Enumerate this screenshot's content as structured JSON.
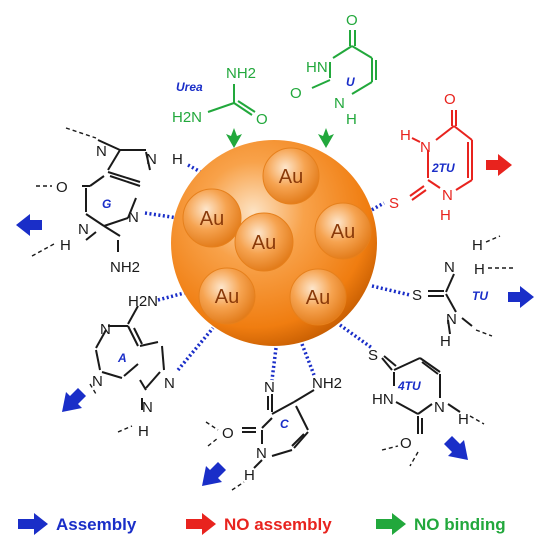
{
  "core": {
    "label": "Au",
    "colors": {
      "core": "#f58a1f",
      "highlight": "#fde3c4",
      "dark": "#b85100"
    }
  },
  "molecules": {
    "urea": {
      "tag": "Urea",
      "atoms": [
        "NH2",
        "H2N",
        "O"
      ]
    },
    "uracil": {
      "tag": "U",
      "atoms": [
        "O",
        "HN",
        "N",
        "H",
        "O"
      ]
    },
    "thiouracil2": {
      "tag": "2TU",
      "atoms": [
        "O",
        "H",
        "N",
        "N",
        "H",
        "S"
      ]
    },
    "guanine": {
      "tag": "G",
      "atoms": [
        "N",
        "N",
        "H",
        "O",
        "N",
        "H",
        "N",
        "NH2"
      ]
    },
    "thiourea": {
      "tag": "TU",
      "atoms": [
        "S",
        "N",
        "H",
        "H",
        "N",
        "H"
      ]
    },
    "adenine": {
      "tag": "A",
      "atoms": [
        "H2N",
        "N",
        "N",
        "N",
        "N",
        "H"
      ]
    },
    "cytosine": {
      "tag": "C",
      "atoms": [
        "NH2",
        "N",
        "O",
        "N",
        "H"
      ]
    },
    "thiouracil4": {
      "tag": "4TU",
      "atoms": [
        "S",
        "HN",
        "N",
        "H",
        "O"
      ]
    }
  },
  "legend": {
    "items": [
      {
        "label": "Assembly",
        "color": "#1a2ec8"
      },
      {
        "label": "NO assembly",
        "color": "#e8231e"
      },
      {
        "label": "NO binding",
        "color": "#22a83c"
      }
    ]
  },
  "colors": {
    "blue": "#1a2ec8",
    "red": "#e8231e",
    "green": "#22a83c",
    "black": "#1a1a1a"
  }
}
